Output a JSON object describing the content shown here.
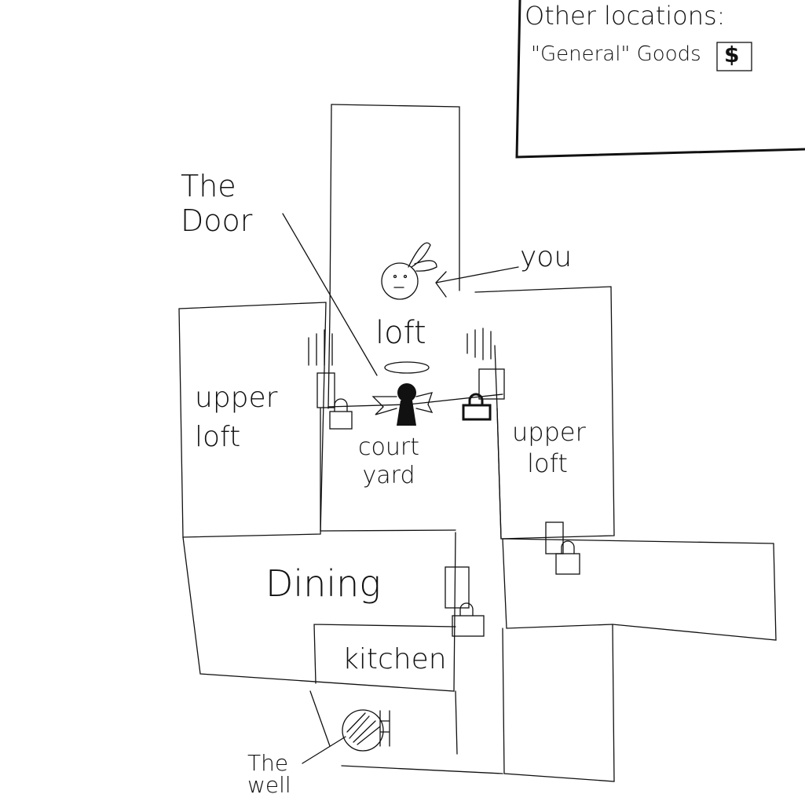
{
  "legend": {
    "title": "Other locations:",
    "items": [
      {
        "label": "\"General\" Goods",
        "icon_text": "$"
      }
    ]
  },
  "labels": {
    "the_door": "The Door",
    "you": "you",
    "loft": "loft",
    "upper_loft_left": "upper loft",
    "upper_loft_right": "upper loft",
    "court_yard": "court yard",
    "dining": "Dining",
    "kitchen": "kitchen",
    "the_well": "The well"
  }
}
